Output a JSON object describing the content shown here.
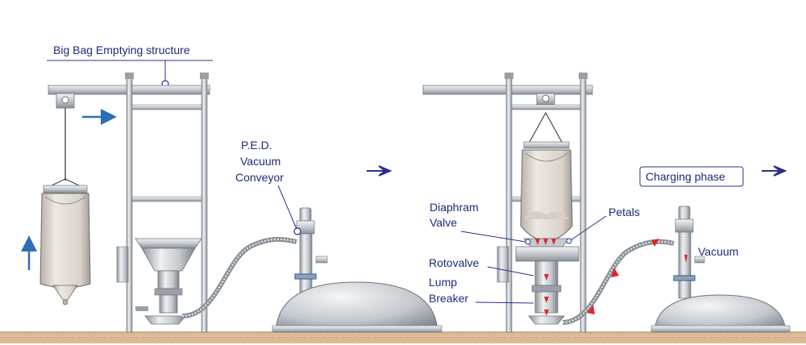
{
  "labels": {
    "structure": "Big Bag Emptying structure",
    "ped_line1": "P.E.D.",
    "ped_line2": "Vacuum",
    "ped_line3": "Conveyor",
    "diaphram_line1": "Diaphram",
    "diaphram_line2": "Valve",
    "petals": "Petals",
    "rotovalve": "Rotovalve",
    "lump_line1": "Lump",
    "lump_line2": "Breaker",
    "charging_phase": "Charging phase",
    "vacuum": "Vacuum"
  },
  "colors": {
    "text": "#1f2a7a",
    "arrow_blue": "#2f6fb6",
    "arrow_navy": "#2b2f8a",
    "steel": "#b9bec4",
    "steel_dark": "#6f767d",
    "steel_light": "#e6e9ec",
    "ground": "#d8b58e",
    "flow_red": "#e0262a",
    "bag": "#e9e4df"
  }
}
